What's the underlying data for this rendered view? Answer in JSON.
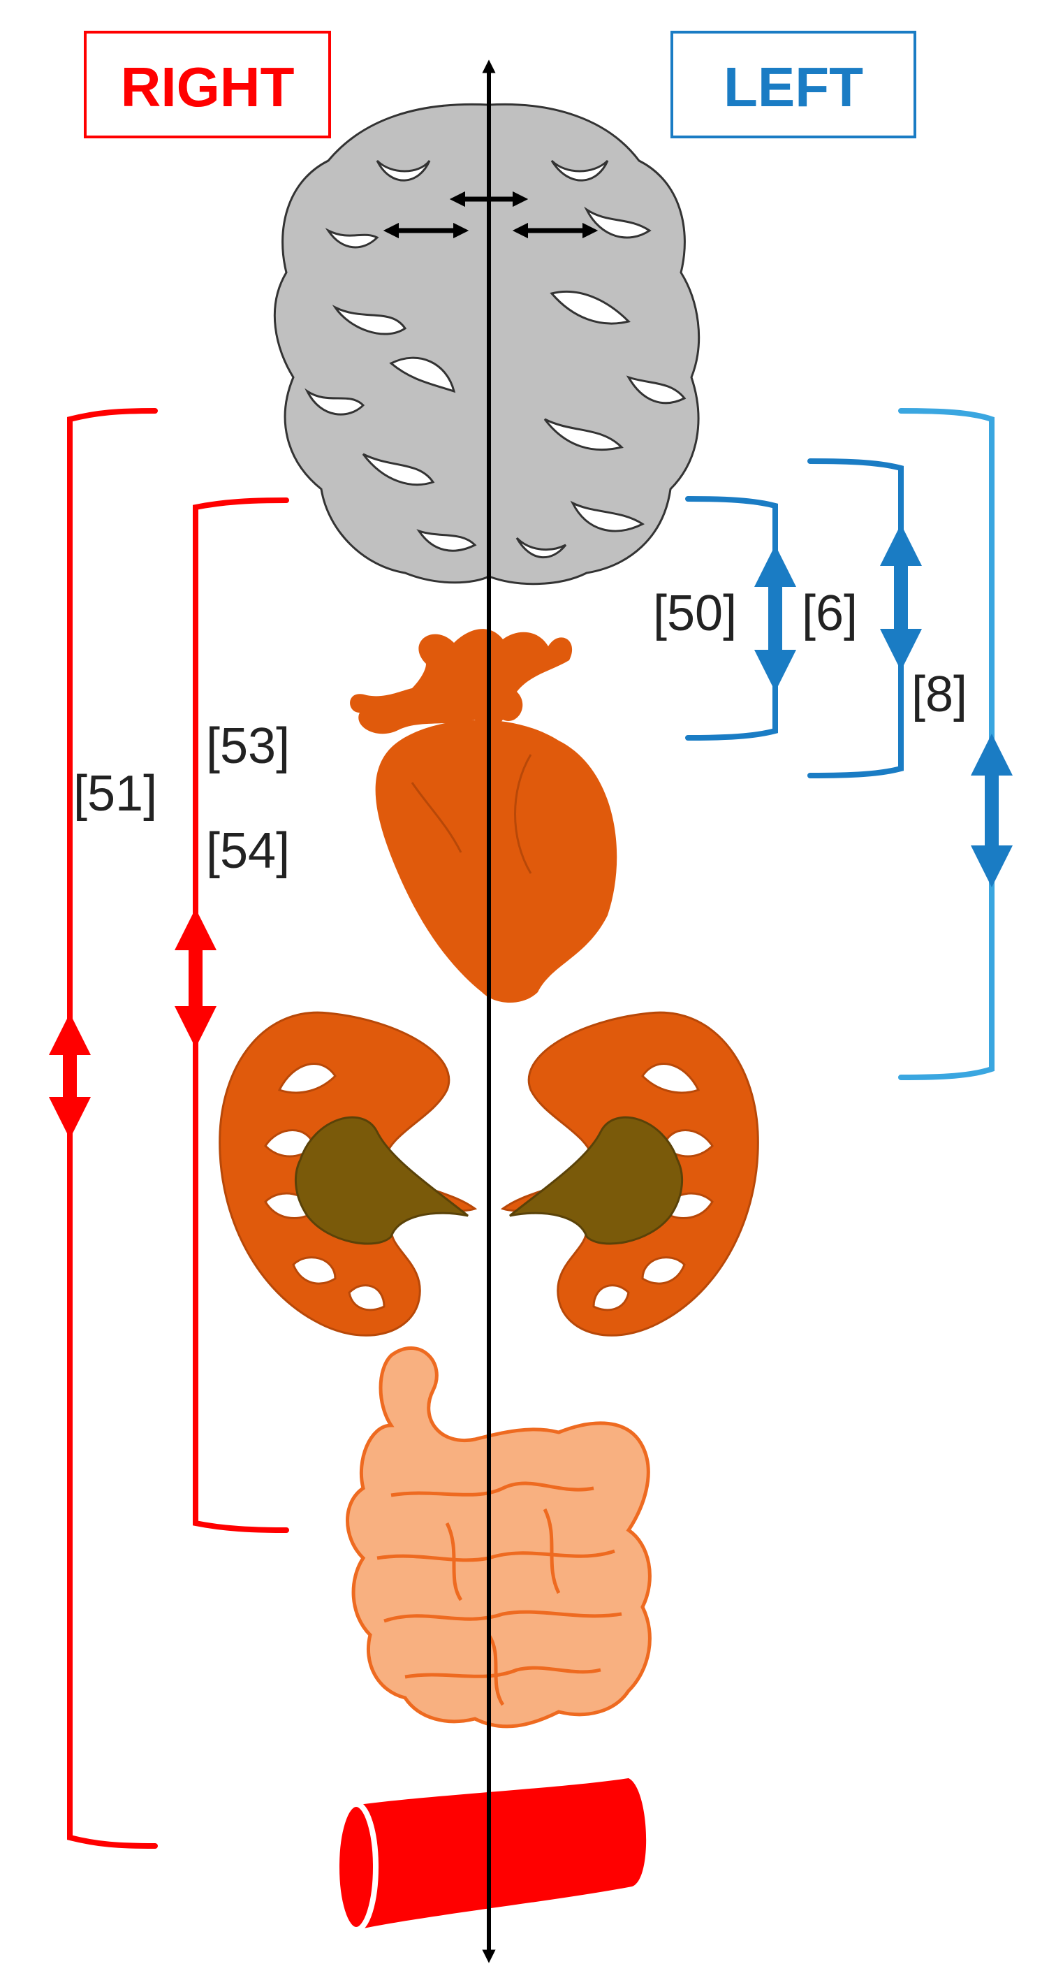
{
  "header": {
    "right_label": "RIGHT",
    "left_label": "LEFT"
  },
  "references": {
    "ref_51": "[51]",
    "ref_53": "[53]",
    "ref_54": "[54]",
    "ref_50": "[50]",
    "ref_6": "[6]",
    "ref_8": "[8]"
  },
  "colors": {
    "right": "#ff0000",
    "left": "#1a7cc4",
    "left_light": "#3aa6e0",
    "midline": "#000000",
    "brain": "#c0c0c0",
    "heart": "#e05a0c",
    "kidney": "#e05a0c",
    "renal_pelvis": "#7a5a0a",
    "intestine": "#f8b080",
    "intestine_outline": "#ee6a20",
    "vessel": "#ff0000"
  },
  "icons": [
    "brain-icon",
    "heart-icon",
    "kidney-icon",
    "intestine-icon",
    "blood-vessel-icon"
  ]
}
